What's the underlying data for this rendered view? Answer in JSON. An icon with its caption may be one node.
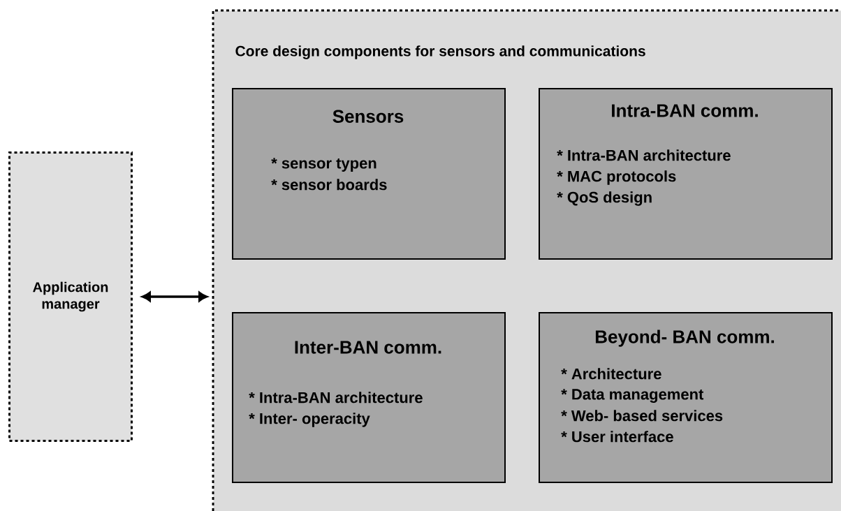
{
  "diagram": {
    "nodes": [
      {
        "text": [
          "Application manager"
        ]
      },
      {
        "text": [
          "Core design components for sensors and communications"
        ]
      },
      {
        "text": [
          "Sensors",
          "* sensor typen",
          "* sensor boards"
        ],
        "in": 1
      },
      {
        "text": [
          "Intra-BAN comm.",
          "* Intra-BAN architecture",
          "* MAC protocols",
          "* QoS design"
        ],
        "in": 1
      },
      {
        "text": [
          "Inter-BAN comm.",
          "* Intra-BAN architecture",
          "* Inter- operacity"
        ],
        "in": 1
      },
      {
        "text": [
          "Beyond- BAN comm.",
          "* Architecture",
          "* Data management",
          "* Web- based services",
          "* User interface"
        ],
        "in": 1
      }
    ],
    "edges": [
      {
        "from": 0,
        "to": 1,
        "arrow": "both"
      }
    ]
  }
}
